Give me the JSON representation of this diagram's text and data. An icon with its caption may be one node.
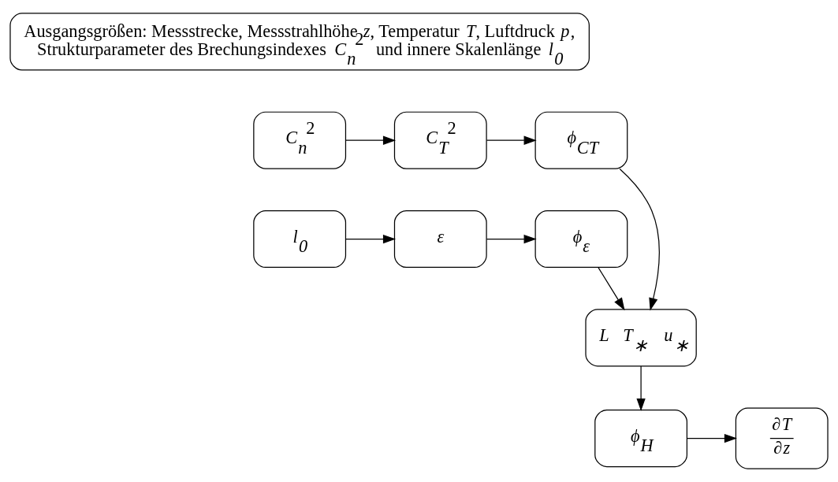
{
  "diagram": {
    "nodes": [
      {
        "text": [
          "Ausgangsgrößen: Messstrecke, Messstrahlhöhe *z*, Temperatur *T*, Luftdruck *p*, Strukturparameter des Brechungsindexes *C*$_{n}$$^{2}$ und innere Skalenlänge *l*$_{0}$"
        ]
      },
      {
        "text": [
          "*C*$_{n}$$^{2}$"
        ]
      },
      {
        "text": [
          "*C*$_{T}$$^{2}$"
        ]
      },
      {
        "text": [
          "*ϕ*$_{CT}$"
        ]
      },
      {
        "text": [
          "*L*   *T*$_{∗}$   *u*$_{∗}$"
        ]
      },
      {
        "text": [
          "*l*$_{0}$"
        ]
      },
      {
        "text": [
          "*ε*"
        ]
      },
      {
        "text": [
          "*ϕ*$_{ε}$"
        ]
      },
      {
        "text": [
          "*ϕ*$_{H}$"
        ]
      },
      {
        "text": [
          "∂*T*",
          "∂*z*"
        ]
      }
    ],
    "edges": [
      {
        "from": 1,
        "to": 2,
        "arrow": "to"
      },
      {
        "from": 2,
        "to": 3,
        "arrow": "to"
      },
      {
        "from": 3,
        "to": 4,
        "arrow": "to"
      },
      {
        "from": 5,
        "to": 6,
        "arrow": "to"
      },
      {
        "from": 6,
        "to": 7,
        "arrow": "to"
      },
      {
        "from": 7,
        "to": 4,
        "arrow": "to"
      },
      {
        "from": 4,
        "to": 8,
        "arrow": "to"
      },
      {
        "from": 8,
        "to": 9,
        "arrow": "to"
      }
    ]
  }
}
